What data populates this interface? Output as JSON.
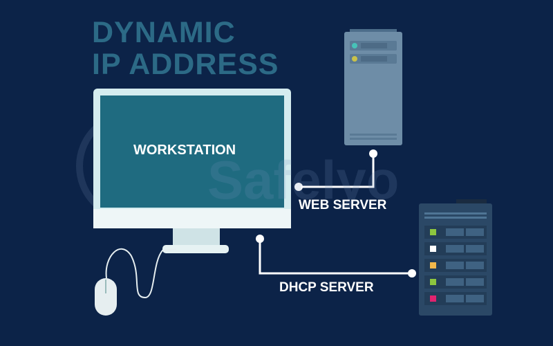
{
  "title": {
    "line1": "DYNAMIC",
    "line2": "IP ADDRESS"
  },
  "workstation": {
    "label": "WORKSTATION"
  },
  "web_server": {
    "label": "WEB SERVER"
  },
  "dhcp_server": {
    "label": "DHCP SERVER"
  },
  "watermark": "Safelyo",
  "colors": {
    "background": "#0c2348",
    "title": "#2c6a86",
    "screen": "#1f6b80",
    "web_server": "#6e8da7",
    "rack": "#2b4866"
  }
}
